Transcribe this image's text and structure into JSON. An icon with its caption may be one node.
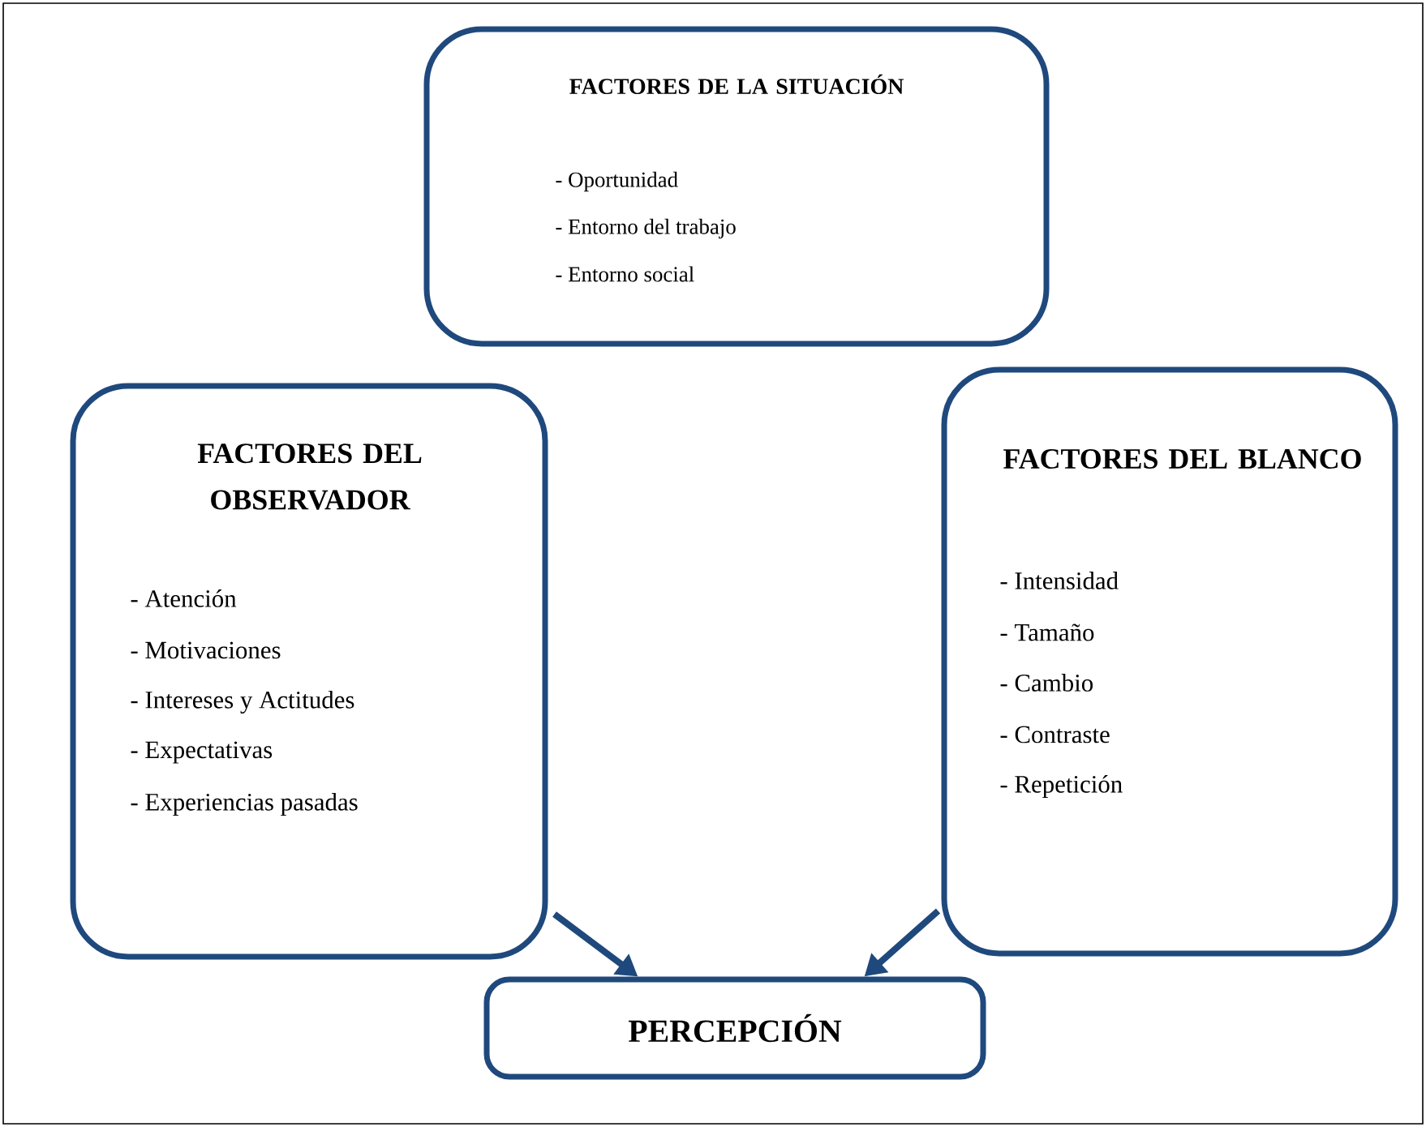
{
  "diagram": {
    "nodes": [
      {
        "text": [
          "FACTORES DE LA SITUACIÓN",
          "- Oportunidad",
          "- Entorno del trabajo",
          "- Entorno social"
        ]
      },
      {
        "text": [
          "FACTORES DEL OBSERVADOR",
          "- Atención",
          "- Motivaciones",
          "- Intereses y  Actitudes",
          "- Expectativas",
          "- Experiencias pasadas"
        ]
      },
      {
        "text": [
          "FACTORES DEL BLANCO",
          "- Intensidad",
          "- Tamaño",
          "- Cambio",
          "- Contraste",
          "- Repetición"
        ]
      },
      {
        "text": [
          "PERCEPCIÓN"
        ]
      }
    ],
    "edges": [
      {
        "from": 1,
        "to": 3,
        "arrow": "to"
      },
      {
        "from": 2,
        "to": 3,
        "arrow": "to"
      }
    ]
  }
}
